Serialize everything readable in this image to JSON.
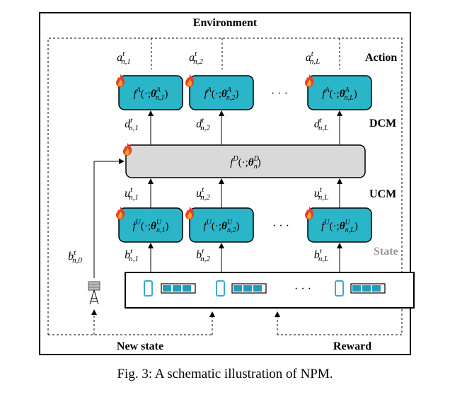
{
  "labels": {
    "environment": "Environment",
    "action": "Action",
    "dcm": "DCM",
    "ucm": "UCM",
    "state": "State",
    "new_state": "New state",
    "reward": "Reward",
    "dots": "· · ·"
  },
  "action_vars": [
    {
      "base": "a",
      "sup": "t",
      "sub": "n,1"
    },
    {
      "base": "a",
      "sup": "t",
      "sub": "n,2"
    },
    {
      "base": "a",
      "sup": "t",
      "sub": "n,L"
    }
  ],
  "actor_modules": [
    {
      "f": "f",
      "fsup": "A",
      "args": "(·;",
      "theta_sup": "A",
      "theta_sub": "n,1",
      "close": ")"
    },
    {
      "f": "f",
      "fsup": "A",
      "args": "(·;",
      "theta_sup": "A",
      "theta_sub": "n,2",
      "close": ")"
    },
    {
      "f": "f",
      "fsup": "A",
      "args": "(·;",
      "theta_sup": "A",
      "theta_sub": "n,L",
      "close": ")"
    }
  ],
  "dcm_vars": [
    {
      "base": "d",
      "sup": "t",
      "sub": "n,1"
    },
    {
      "base": "d",
      "sup": "t",
      "sub": "n,2"
    },
    {
      "base": "d",
      "sup": "t",
      "sub": "n,L"
    }
  ],
  "central_module": {
    "f": "f",
    "fsup": "D",
    "args": "(·;",
    "theta_sup": "D",
    "theta_sub": "n",
    "close": ")"
  },
  "ucm_vars": [
    {
      "base": "u",
      "sup": "t",
      "sub": "n,1"
    },
    {
      "base": "u",
      "sup": "t",
      "sub": "n,2"
    },
    {
      "base": "u",
      "sup": "t",
      "sub": "n,L"
    }
  ],
  "user_modules": [
    {
      "f": "f",
      "fsup": "U",
      "args": "(·;",
      "theta_sup": "U",
      "theta_sub": "n,1",
      "close": ")"
    },
    {
      "f": "f",
      "fsup": "U",
      "args": "(·;",
      "theta_sup": "U",
      "theta_sub": "n,2",
      "close": ")"
    },
    {
      "f": "f",
      "fsup": "U",
      "args": "(·;",
      "theta_sup": "U",
      "theta_sub": "n,L",
      "close": ")"
    }
  ],
  "state_vars": [
    {
      "base": "b",
      "sup": "t",
      "sub": "n,1"
    },
    {
      "base": "b",
      "sup": "t",
      "sub": "n,2"
    },
    {
      "base": "b",
      "sup": "t",
      "sub": "n,L"
    }
  ],
  "bs_var": {
    "base": "b",
    "sup": "t",
    "sub": "n,0"
  },
  "caption": "Fig. 3: A schematic illustration of NPM.",
  "colors": {
    "module_fill": "#2bb5c9",
    "central_fill": "#d9d9d9",
    "phone": "#3aa9d8",
    "queue": "#1e9cc0"
  }
}
